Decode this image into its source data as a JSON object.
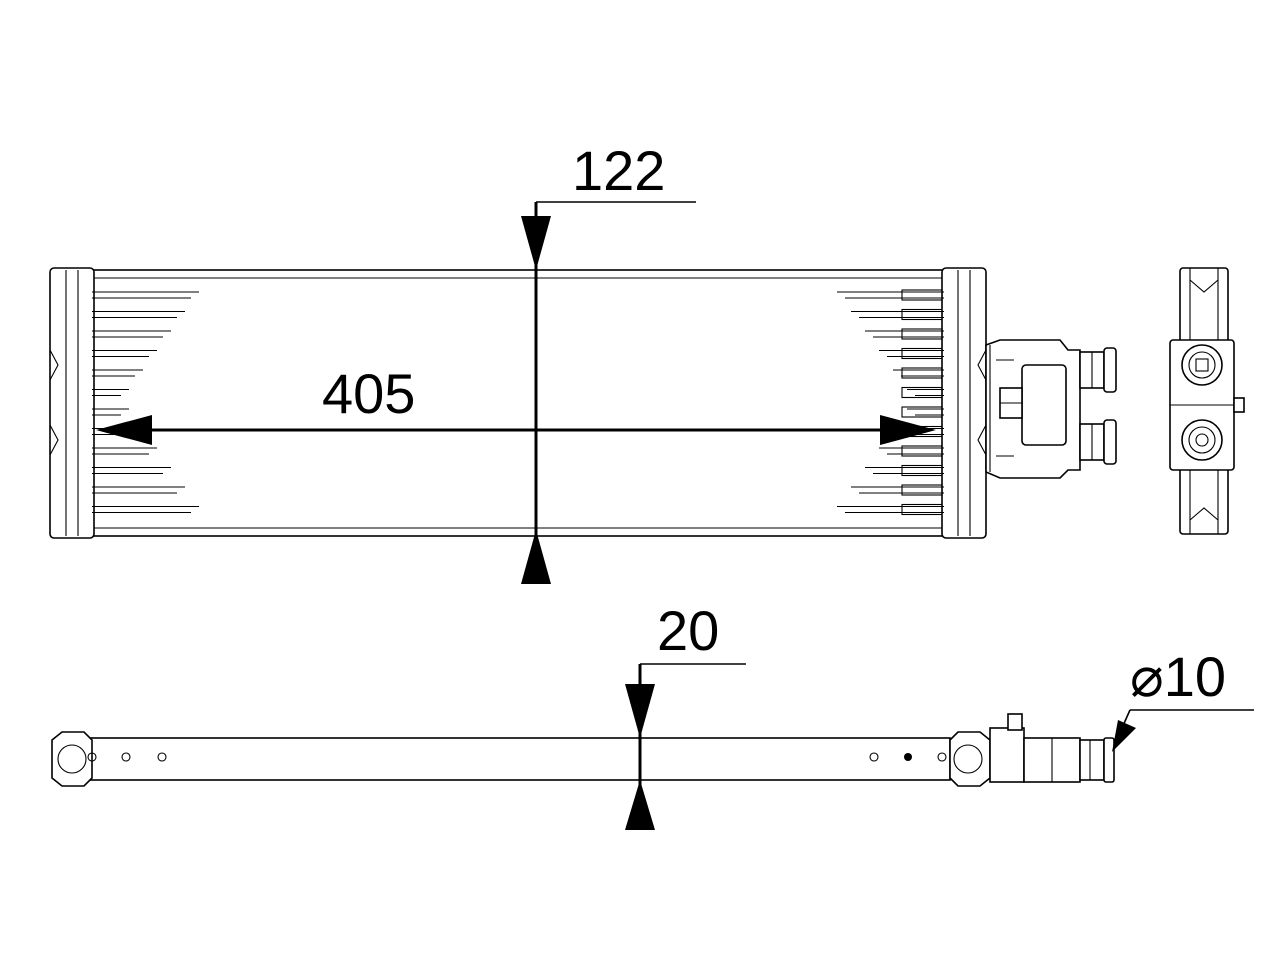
{
  "dimensions": {
    "height": "122",
    "length": "405",
    "thickness": "20",
    "diameter": "10",
    "diameter_symbol": "⌀"
  },
  "colors": {
    "line": "#000000",
    "background": "#ffffff"
  }
}
